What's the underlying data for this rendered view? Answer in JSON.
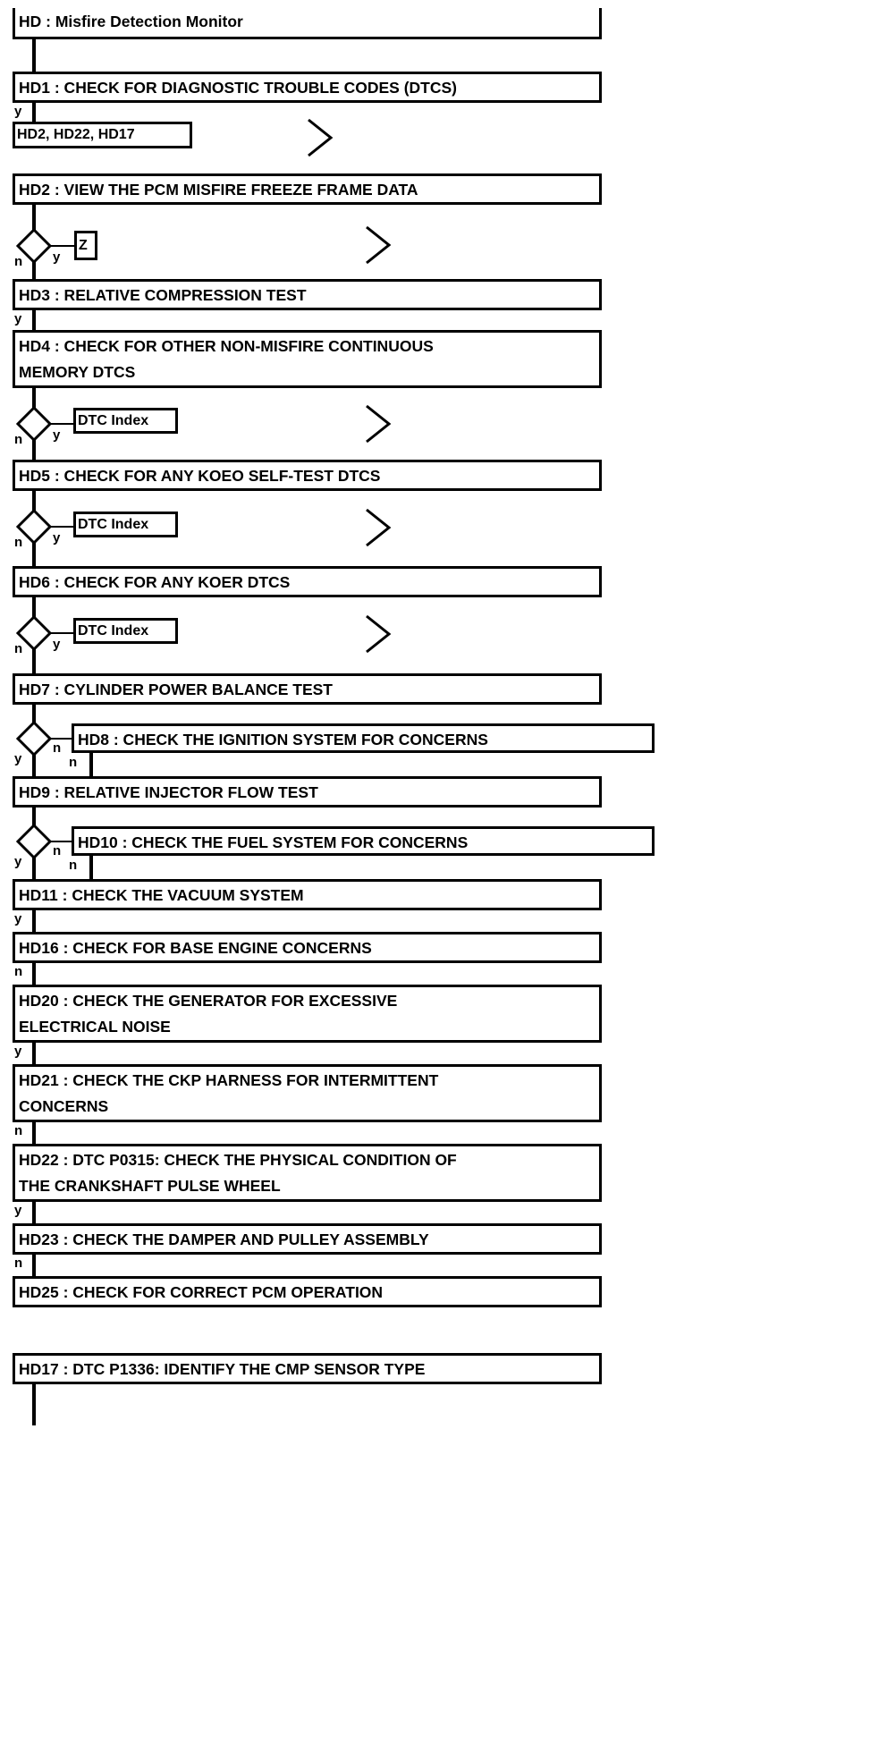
{
  "document": {
    "title": "HD : Misfire Detection Monitor",
    "type": "diagnostic-flowchart"
  },
  "chart_data": {
    "type": "diagram",
    "title": "HD : Misfire Detection Monitor",
    "orientation": "top-to-bottom",
    "node_count": 20
  },
  "nodes": {
    "title": "HD : Misfire Detection Monitor",
    "hd1": "HD1 : CHECK FOR DIAGNOSTIC TROUBLE CODES (DTCS)",
    "hd2ref": "HD2, HD22, HD17",
    "hd2": "HD2 : VIEW THE PCM MISFIRE FREEZE FRAME DATA",
    "zref": "Z",
    "hd3": "HD3 : RELATIVE COMPRESSION TEST",
    "hd4": "HD4 : CHECK FOR OTHER NON-MISFIRE CONTINUOUS\nMEMORY DTCS",
    "dtc1": "DTC Index",
    "hd5": "HD5 : CHECK FOR ANY KOEO SELF-TEST DTCS",
    "dtc2": "DTC Index",
    "hd6": "HD6 : CHECK FOR ANY KOER DTCS",
    "dtc3": "DTC Index",
    "hd7": "HD7 : CYLINDER POWER BALANCE TEST",
    "hd8": "HD8 : CHECK THE IGNITION SYSTEM FOR CONCERNS",
    "hd9": "HD9 : RELATIVE INJECTOR FLOW TEST",
    "hd10": "HD10 : CHECK THE FUEL SYSTEM FOR CONCERNS",
    "hd11": "HD11 : CHECK THE VACUUM SYSTEM",
    "hd16": "HD16 : CHECK FOR BASE ENGINE CONCERNS",
    "hd20": "HD20 : CHECK THE GENERATOR FOR EXCESSIVE\nELECTRICAL NOISE",
    "hd21": "HD21 : CHECK THE CKP HARNESS FOR INTERMITTENT\nCONCERNS",
    "hd22": "HD22 : DTC P0315: CHECK THE PHYSICAL CONDITION OF\nTHE CRANKSHAFT PULSE WHEEL",
    "hd23": "HD23 : CHECK THE DAMPER AND PULLEY ASSEMBLY",
    "hd25": "HD25 : CHECK FOR CORRECT PCM OPERATION",
    "hd17": "HD17 : DTC P1336: IDENTIFY THE CMP SENSOR TYPE"
  },
  "branch_labels": {
    "y1": "y",
    "n1": "n",
    "y2": "y",
    "y3": "y",
    "n2": "n",
    "y4": "y",
    "n3": "n",
    "y5": "y",
    "n4": "n",
    "y6": "y",
    "y7": "y",
    "n5": "n",
    "n6": "n",
    "y8": "y",
    "n7": "n",
    "n8": "n",
    "y9": "y",
    "n9": "n",
    "y10": "y",
    "y11": "y",
    "n10": "n",
    "y12": "y",
    "n11": "n"
  },
  "colors": {
    "stroke": "#000000",
    "background": "#ffffff",
    "text": "#000000"
  }
}
